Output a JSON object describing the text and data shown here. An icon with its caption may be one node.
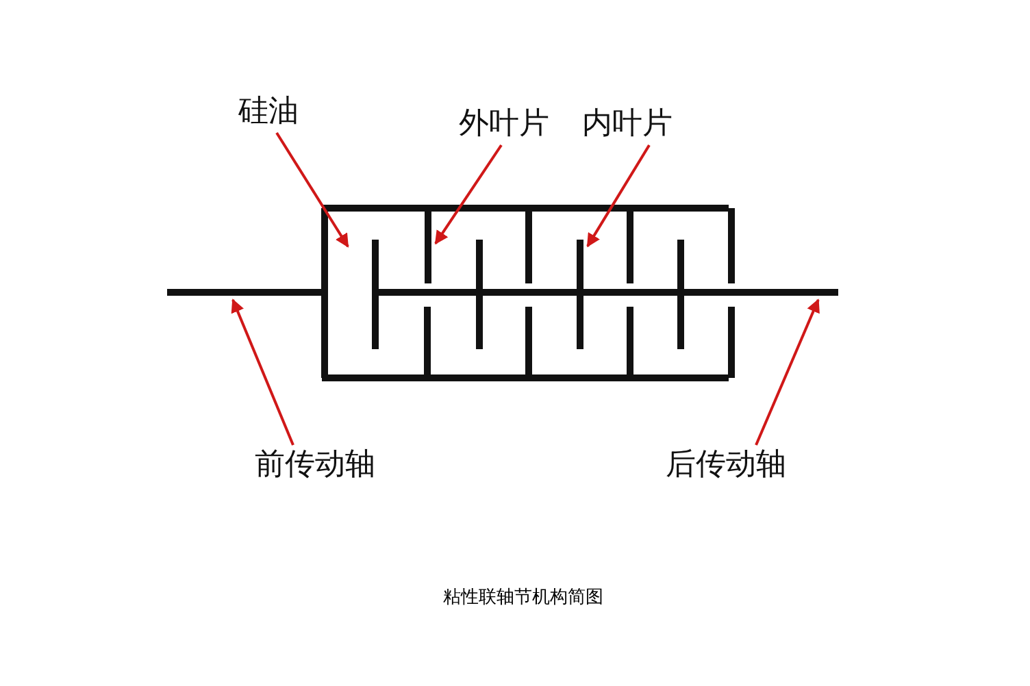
{
  "diagram": {
    "caption": "粘性联轴节机构简图",
    "nodes": [
      {
        "text": [
          "硅油"
        ]
      },
      {
        "text": [
          "外叶片"
        ]
      },
      {
        "text": [
          "内叶片"
        ]
      },
      {
        "text": [
          "前传动轴"
        ]
      },
      {
        "text": [
          "后传动轴"
        ]
      },
      {
        "text": [],
        "shape": "bar"
      },
      {
        "text": [],
        "shape": "bar"
      },
      {
        "text": [],
        "shape": "bar"
      },
      {
        "text": [],
        "shape": "bar"
      }
    ],
    "edges": [
      {
        "from": 0,
        "to": null,
        "arrow": "to"
      },
      {
        "from": 1,
        "to": 6,
        "arrow": "to"
      },
      {
        "from": 2,
        "to": 7,
        "arrow": "to"
      },
      {
        "from": 3,
        "to": 5,
        "arrow": "to"
      },
      {
        "from": 4,
        "to": 8,
        "arrow": "to"
      }
    ]
  }
}
